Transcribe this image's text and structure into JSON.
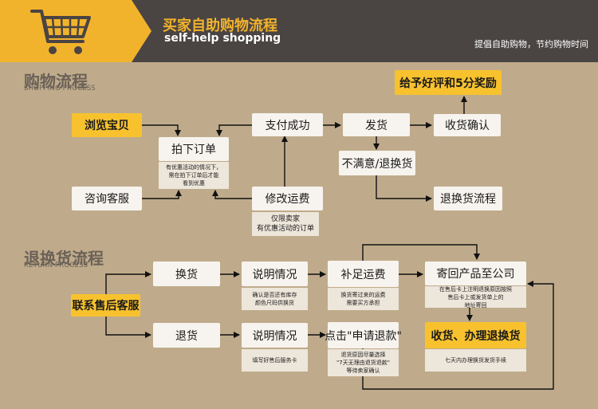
{
  "header": {
    "title_zh": "买家自助购物流程",
    "title_en": "self-help shopping",
    "slogan": "提倡自助购物，节约购物时间",
    "cart_icon": "shopping-cart-icon",
    "colors": {
      "accent": "#f2b32c",
      "bar": "#4a4443",
      "background": "#bfab8b",
      "highlight": "#f8c22e"
    }
  },
  "shopping": {
    "title_zh": "购物流程",
    "title_en": "SHOPPING PROCESS",
    "browse": "浏览宝贝",
    "consult": "咨询客服",
    "order": "拍下订单",
    "order_note": "有优惠活动的情况下，\n需在拍下订单后才能\n看到优惠",
    "paid": "支付成功",
    "modify": "修改运费",
    "modify_note": "仅限卖家\n有优惠活动的订单",
    "ship": "发货",
    "receive": "收货确认",
    "review": "给予好评和5分奖励",
    "unsatisfied": "不满意/退换货",
    "return_flow": "退换货流程"
  },
  "returns": {
    "title_zh": "退换货流程",
    "title_en": "RETURN PROCESS",
    "contact": "联系售后客服",
    "exchange": "换货",
    "refund": "退货",
    "explain1": "说明情况",
    "explain1_note": "确认是否还有库存\n颜色尺码供换货",
    "explain2": "说明情况",
    "explain2_note": "填写好售后服务卡",
    "freight": "补足运费",
    "freight_note": "换货寄过来的运费\n需要买方承担",
    "apply": "点击\"申请退款\"",
    "apply_note": "退货原因尽量选择\n\"7天无理由退货退款\"\n等待卖家确认",
    "send_back": "寄回产品至公司",
    "send_back_note": "在售后卡上注明退换原因按照\n售后卡上或发货单上的\n地址寄回",
    "complete": "收货、办理退换货",
    "complete_note": "七天内办理换货发货手续"
  }
}
